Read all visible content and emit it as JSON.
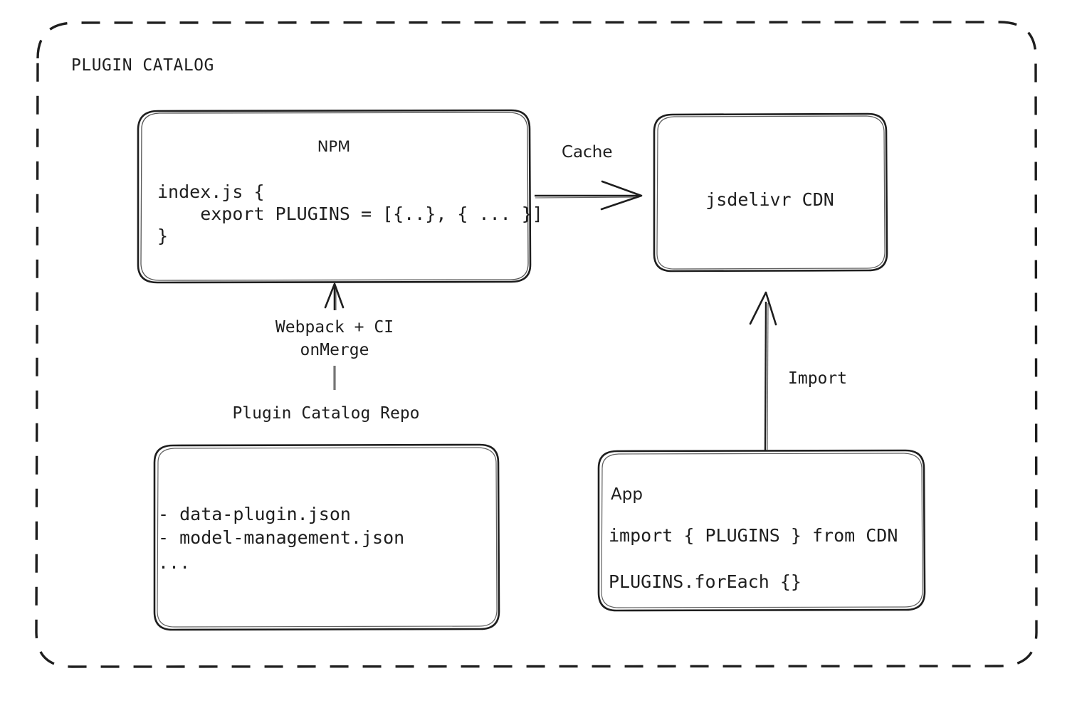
{
  "diagram": {
    "group_title": "PLUGIN CATALOG",
    "stroke_color": "#1e1e1e",
    "background_color": "#ffffff"
  },
  "nodes": {
    "npm": {
      "title": "NPM",
      "code_lines": [
        "index.js {",
        "    export PLUGINS = [{..}, { ... }]",
        "}"
      ]
    },
    "cdn": {
      "label": "jsdelivr CDN"
    },
    "repo": {
      "caption": "Plugin Catalog Repo",
      "lines": [
        "- data-plugin.json",
        "- model-management.json",
        "..."
      ]
    },
    "app": {
      "title": "App",
      "code_lines": [
        "import { PLUGINS } from CDN",
        "PLUGINS.forEach {}"
      ]
    }
  },
  "edges": {
    "cache": {
      "label": "Cache"
    },
    "webpack": {
      "label_line_1": "Webpack + CI",
      "label_line_2": "onMerge"
    },
    "import": {
      "label": "Import"
    }
  }
}
